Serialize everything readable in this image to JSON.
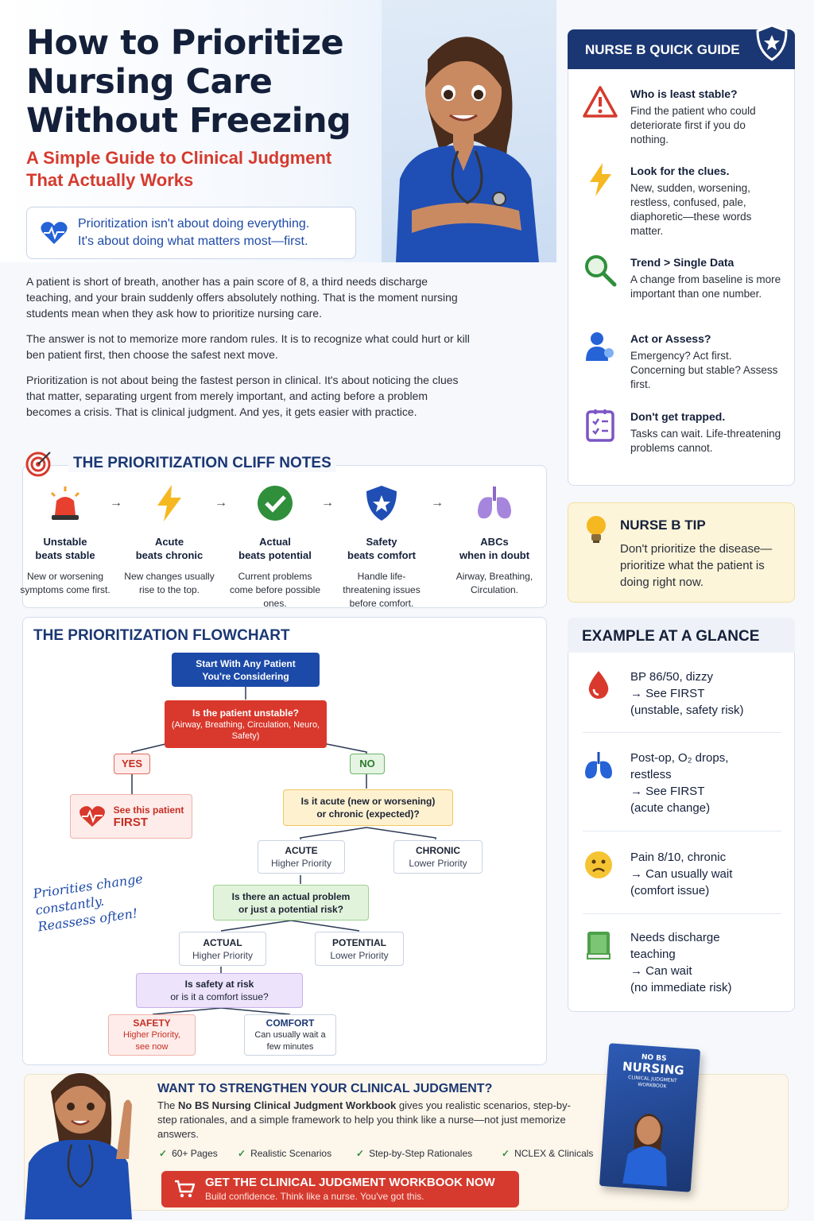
{
  "header": {
    "title_line1": "How to Prioritize",
    "title_line2": "Nursing Care",
    "title_line3": "Without Freezing",
    "subtitle_line1": "A Simple Guide to Clinical Judgment",
    "subtitle_line2": "That Actually Works",
    "quote_line1": "Prioritization isn't about doing everything.",
    "quote_line2": "It's about doing what matters most—first."
  },
  "intro": {
    "p1": "A patient is short of breath, another has a pain score of 8, a third needs discharge teaching, and your brain suddenly offers absolutely nothing. That is the moment nursing students mean when they ask how to prioritize nursing care.",
    "p2": "The answer is not to memorize more random rules. It is to recognize what could hurt or kill ben patient first, then choose the safest next move.",
    "p3": "Prioritization is not about being the fastest person in clinical. It's about noticing the clues that matter, separating urgent from merely important, and acting before a problem becomes a crisis. That is clinical judgment. And yes, it gets easier with practice."
  },
  "quick_guide": {
    "title": "NURSE B QUICK GUIDE",
    "items": [
      {
        "title": "Who is least stable?",
        "text": "Find the patient who could deteriorate first if you do nothing.",
        "icon": "warning-icon"
      },
      {
        "title": "Look for the clues.",
        "text": "New, sudden, worsening, restless, confused, pale, diaphoretic—these words matter.",
        "icon": "lightning-icon"
      },
      {
        "title": "Trend > Single Data",
        "text": "A change from baseline is more important than one number.",
        "icon": "magnifier-icon"
      },
      {
        "title": "Act or Assess?",
        "text": "Emergency? Act first. Concerning but stable? Assess first.",
        "icon": "person-icon"
      },
      {
        "title": "Don't get trapped.",
        "text": "Tasks can wait. Life-threatening problems cannot.",
        "icon": "checklist-icon"
      }
    ]
  },
  "tip": {
    "title": "NURSE B TIP",
    "text": "Don't prioritize the disease—prioritize what the patient is doing right now."
  },
  "examples": {
    "title": "EXAMPLE AT A GLANCE",
    "items": [
      {
        "text": "BP 86/50, dizzy\n→ See FIRST\n(unstable, safety risk)",
        "icon": "blood-drop-icon"
      },
      {
        "text": "Post-op, O₂ drops,\nrestless\n→ See FIRST\n(acute change)",
        "icon": "lungs-icon"
      },
      {
        "text": "Pain 8/10, chronic\n→ Can usually wait\n(comfort issue)",
        "icon": "sad-face-icon"
      },
      {
        "text": "Needs discharge\nteaching\n→ Can wait\n(no immediate risk)",
        "icon": "book-icon"
      }
    ]
  },
  "cliff_notes": {
    "title": "THE PRIORITIZATION CLIFF NOTES",
    "items": [
      {
        "title1": "Unstable",
        "title2": "beats stable",
        "text": "New or worsening symptoms come first.",
        "icon": "siren-icon"
      },
      {
        "title1": "Acute",
        "title2": "beats chronic",
        "text": "New changes usually rise to the top.",
        "icon": "lightning-icon"
      },
      {
        "title1": "Actual",
        "title2": "beats potential",
        "text": "Current problems come before possible ones.",
        "icon": "check-icon"
      },
      {
        "title1": "Safety",
        "title2": "beats comfort",
        "text": "Handle life-threatening issues before comfort.",
        "icon": "shield-icon"
      },
      {
        "title1": "ABCs",
        "title2": "when in doubt",
        "text": "Airway, Breathing, Circulation.",
        "icon": "lungs-icon"
      }
    ]
  },
  "flowchart": {
    "title": "THE PRIORITIZATION FLOWCHART",
    "start_line1": "Start With Any Patient",
    "start_line2": "You're Considering",
    "q1_title": "Is the patient unstable?",
    "q1_sub": "(Airway, Breathing, Circulation, Neuro, Safety)",
    "yes": "YES",
    "no": "NO",
    "first_line1": "See this patient",
    "first_line2": "FIRST",
    "q2_line1": "Is it acute (new or worsening)",
    "q2_line2": "or chronic (expected)?",
    "acute_title": "ACUTE",
    "acute_sub": "Higher Priority",
    "chronic_title": "CHRONIC",
    "chronic_sub": "Lower Priority",
    "q3_line1": "Is there an actual problem",
    "q3_line2": "or just a potential risk?",
    "actual_title": "ACTUAL",
    "actual_sub": "Higher Priority",
    "potential_title": "POTENTIAL",
    "potential_sub": "Lower Priority",
    "q4_line1": "Is safety at risk",
    "q4_line2": "or is it a comfort issue?",
    "safety_title": "SAFETY",
    "safety_sub": "Higher Priority, see now",
    "comfort_title": "COMFORT",
    "comfort_sub": "Can usually wait a few minutes",
    "note": "Priorities change constantly. Reassess often!"
  },
  "cta": {
    "title": "WANT TO STRENGTHEN YOUR CLINICAL JUDGMENT?",
    "text_pre": "The ",
    "text_bold": "No BS Nursing Clinical Judgment Workbook",
    "text_post": " gives you realistic scenarios, step-by-step rationales, and a simple framework to help you think like a nurse—not just memorize answers.",
    "checks": [
      "60+ Pages",
      "Realistic Scenarios",
      "Step-by-Step Rationales",
      "NCLEX & Clinicals"
    ],
    "button_title": "GET THE CLINICAL JUDGMENT WORKBOOK NOW",
    "button_sub": "Build confidence. Think like a nurse. You've got this.",
    "book_top": "NO BS",
    "book_title": "NURSING",
    "book_sub": "CLINICAL JUDGMENT WORKBOOK"
  },
  "colors": {
    "navy": "#1b3773",
    "red": "#d63a2e",
    "accent_blue": "#1e4aa8",
    "tip_yellow": "#fdf5d9"
  }
}
